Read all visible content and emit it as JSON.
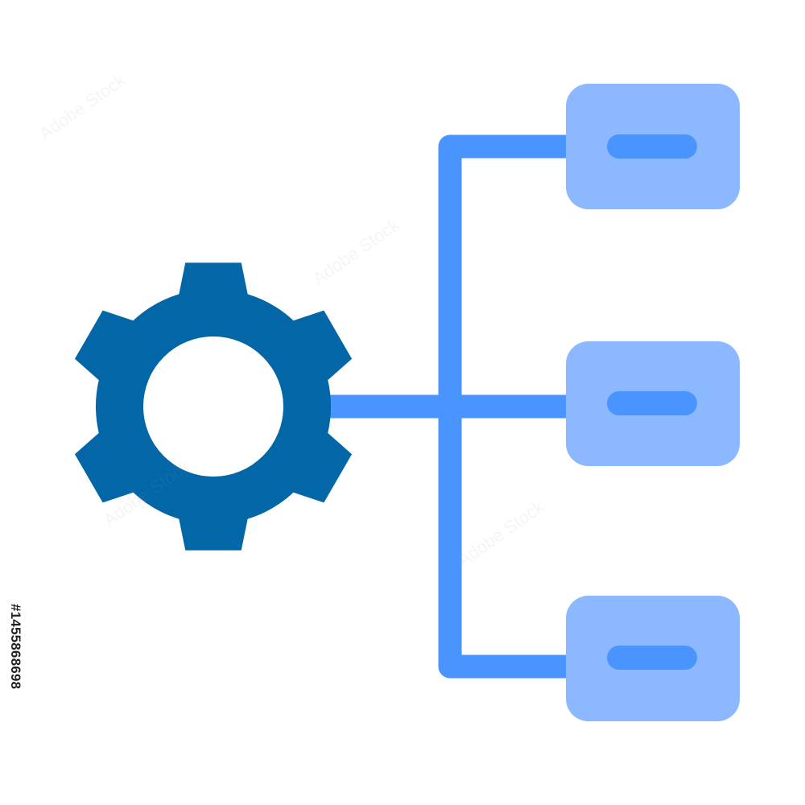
{
  "watermark": {
    "text": "Adobe Stock",
    "side_label": "#1455868698"
  },
  "icon": {
    "primary_color": "#0366A6",
    "line_color": "#4A94FF",
    "box_color": "#8CB8FF",
    "dash_color": "#4A94FF",
    "background": "#FFFFFF"
  },
  "nodes": [
    {
      "name": "top-node"
    },
    {
      "name": "middle-node"
    },
    {
      "name": "bottom-node"
    }
  ]
}
